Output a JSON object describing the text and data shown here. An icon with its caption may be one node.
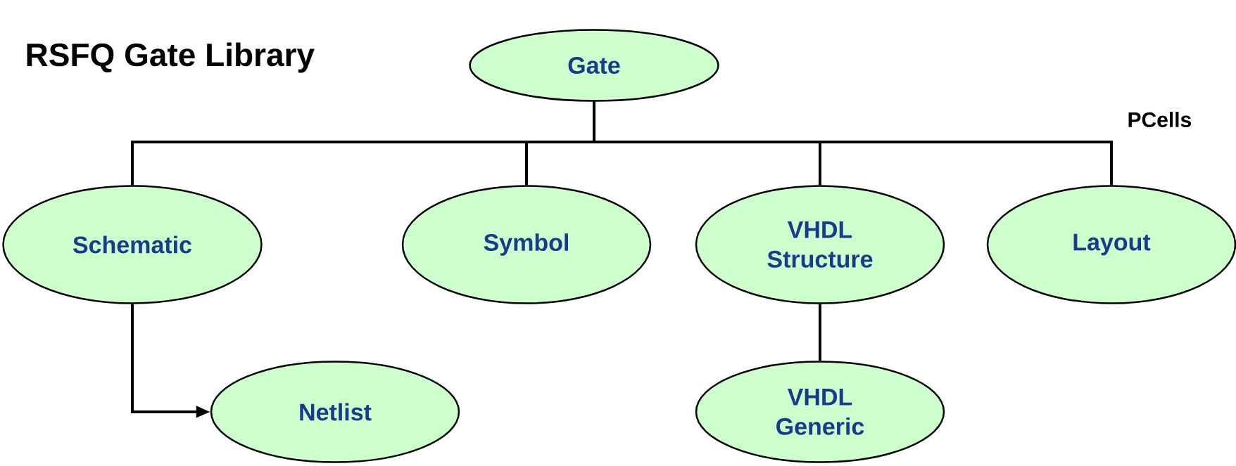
{
  "diagram": {
    "title": "RSFQ Gate Library",
    "nodes": [
      {
        "text": [
          "Gate"
        ]
      },
      {
        "text": [
          "Schematic"
        ]
      },
      {
        "text": [
          "Symbol"
        ]
      },
      {
        "text": [
          "VHDL Structure"
        ]
      },
      {
        "text": [
          "Layout"
        ]
      },
      {
        "text": [
          "Netlist"
        ]
      },
      {
        "text": [
          "VHDL Generic"
        ]
      }
    ],
    "edges": [
      {
        "from": 0,
        "to": 1,
        "arrow": "none"
      },
      {
        "from": 0,
        "to": 2,
        "arrow": "none"
      },
      {
        "from": 0,
        "to": 3,
        "arrow": "none"
      },
      {
        "from": 0,
        "to": 4,
        "arrow": "none"
      },
      {
        "from": 1,
        "to": 5,
        "arrow": "to"
      },
      {
        "from": 3,
        "to": 6,
        "arrow": "none"
      }
    ],
    "labels": [
      "PCells"
    ]
  }
}
